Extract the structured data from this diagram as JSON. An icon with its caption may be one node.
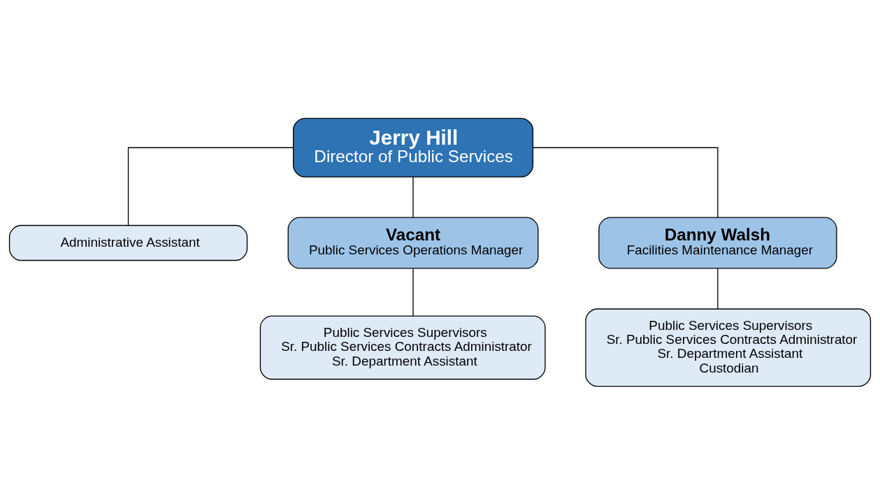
{
  "diagram": {
    "nodes": [
      {
        "text": [
          "Jerry Hill",
          "Director of Public Services"
        ]
      },
      {
        "text": [
          "Administrative Assistant"
        ]
      },
      {
        "text": [
          "Vacant",
          "Public Services Operations Manager"
        ]
      },
      {
        "text": [
          "Danny Walsh",
          "Facilities Maintenance Manager"
        ]
      },
      {
        "text": [
          "Public Services Supervisors",
          "Sr. Public Services Contracts Administrator",
          "Sr. Department Assistant"
        ]
      },
      {
        "text": [
          "Public Services Supervisors",
          "Sr. Public Services Contracts Administrator",
          "Sr. Department Assistant",
          "Custodian"
        ]
      }
    ],
    "edges": [
      {
        "from": 0,
        "to": 1,
        "arrow": "none"
      },
      {
        "from": 0,
        "to": 2,
        "arrow": "none"
      },
      {
        "from": 0,
        "to": 3,
        "arrow": "none"
      },
      {
        "from": 2,
        "to": 4,
        "arrow": "none"
      },
      {
        "from": 3,
        "to": 5,
        "arrow": "none"
      }
    ]
  }
}
